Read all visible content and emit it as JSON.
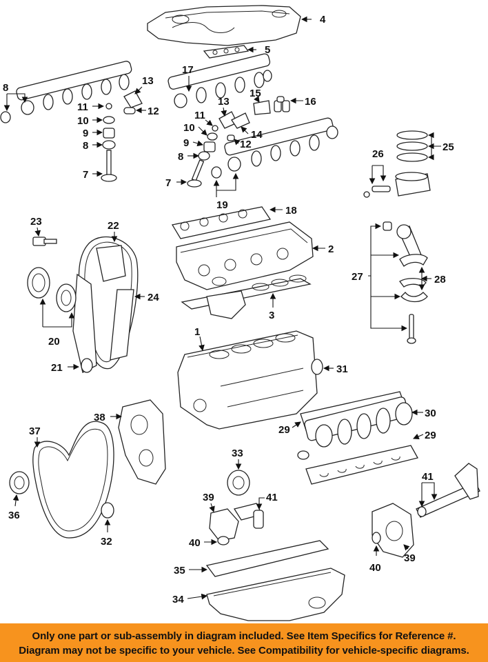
{
  "callouts": [
    "1",
    "2",
    "3",
    "4",
    "5",
    "7",
    "7",
    "8",
    "8",
    "8",
    "9",
    "9",
    "10",
    "10",
    "11",
    "11",
    "12",
    "12",
    "13",
    "13",
    "14",
    "15",
    "16",
    "17",
    "18",
    "19",
    "20",
    "21",
    "22",
    "23",
    "24",
    "25",
    "26",
    "27",
    "28",
    "29",
    "29",
    "30",
    "31",
    "32",
    "33",
    "34",
    "35",
    "36",
    "37",
    "38",
    "39",
    "39",
    "40",
    "40",
    "41",
    "41"
  ],
  "banner": {
    "line1": "Only one part or sub-assembly in diagram included. See Item Specifics for Reference #.",
    "line2": "Diagram may not be specific to your vehicle. See Compatibility for vehicle-specific diagrams."
  },
  "colors": {
    "banner": "#f7931e",
    "ink": "#111111"
  }
}
